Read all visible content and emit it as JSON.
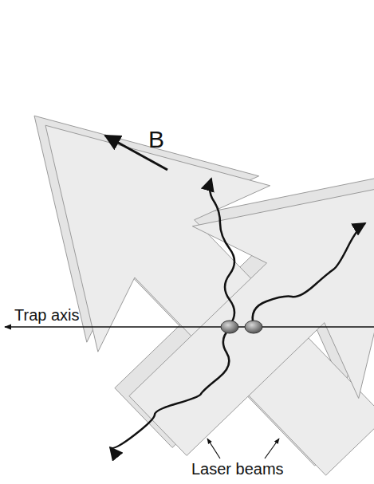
{
  "diagram": {
    "labels": [
      "B",
      "Trap axis",
      "Laser beams"
    ]
  }
}
